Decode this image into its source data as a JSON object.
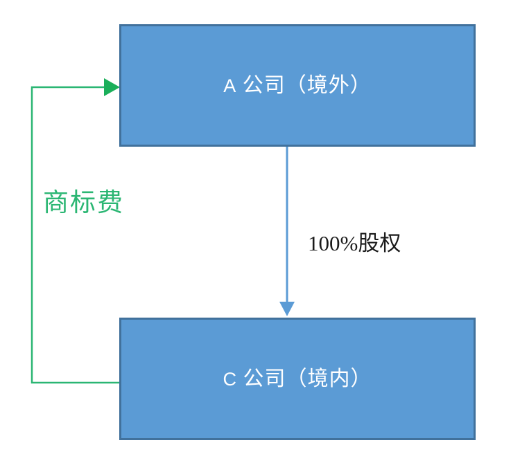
{
  "diagram": {
    "type": "org-structure-flow",
    "title_visible": false,
    "background_color": "#ffffff",
    "nodes": [
      {
        "id": "parent",
        "label": "A 公司（境外）",
        "latin_prefix": "A",
        "cjk_rest": "公司（境外）",
        "fill_color": "#5B9BD5",
        "border_color": "#41719C",
        "text_color": "#ffffff"
      },
      {
        "id": "sub",
        "label": "C 公司（境内）",
        "latin_prefix": "C",
        "cjk_rest": "公司（境内）",
        "fill_color": "#5B9BD5",
        "border_color": "#41719C",
        "text_color": "#ffffff"
      }
    ],
    "edges": [
      {
        "id": "equity",
        "from": "parent",
        "to": "sub",
        "label": "100%股权",
        "color": "#5B9BD5",
        "label_color": "#1a1a1a",
        "direction": "down",
        "arrowhead": "filled-triangle"
      },
      {
        "id": "fee",
        "from": "sub",
        "to": "parent",
        "label": "商标费",
        "color": "#2BB673",
        "label_color": "#2BB673",
        "direction": "left-up-right",
        "arrowhead": "filled-triangle"
      }
    ]
  }
}
